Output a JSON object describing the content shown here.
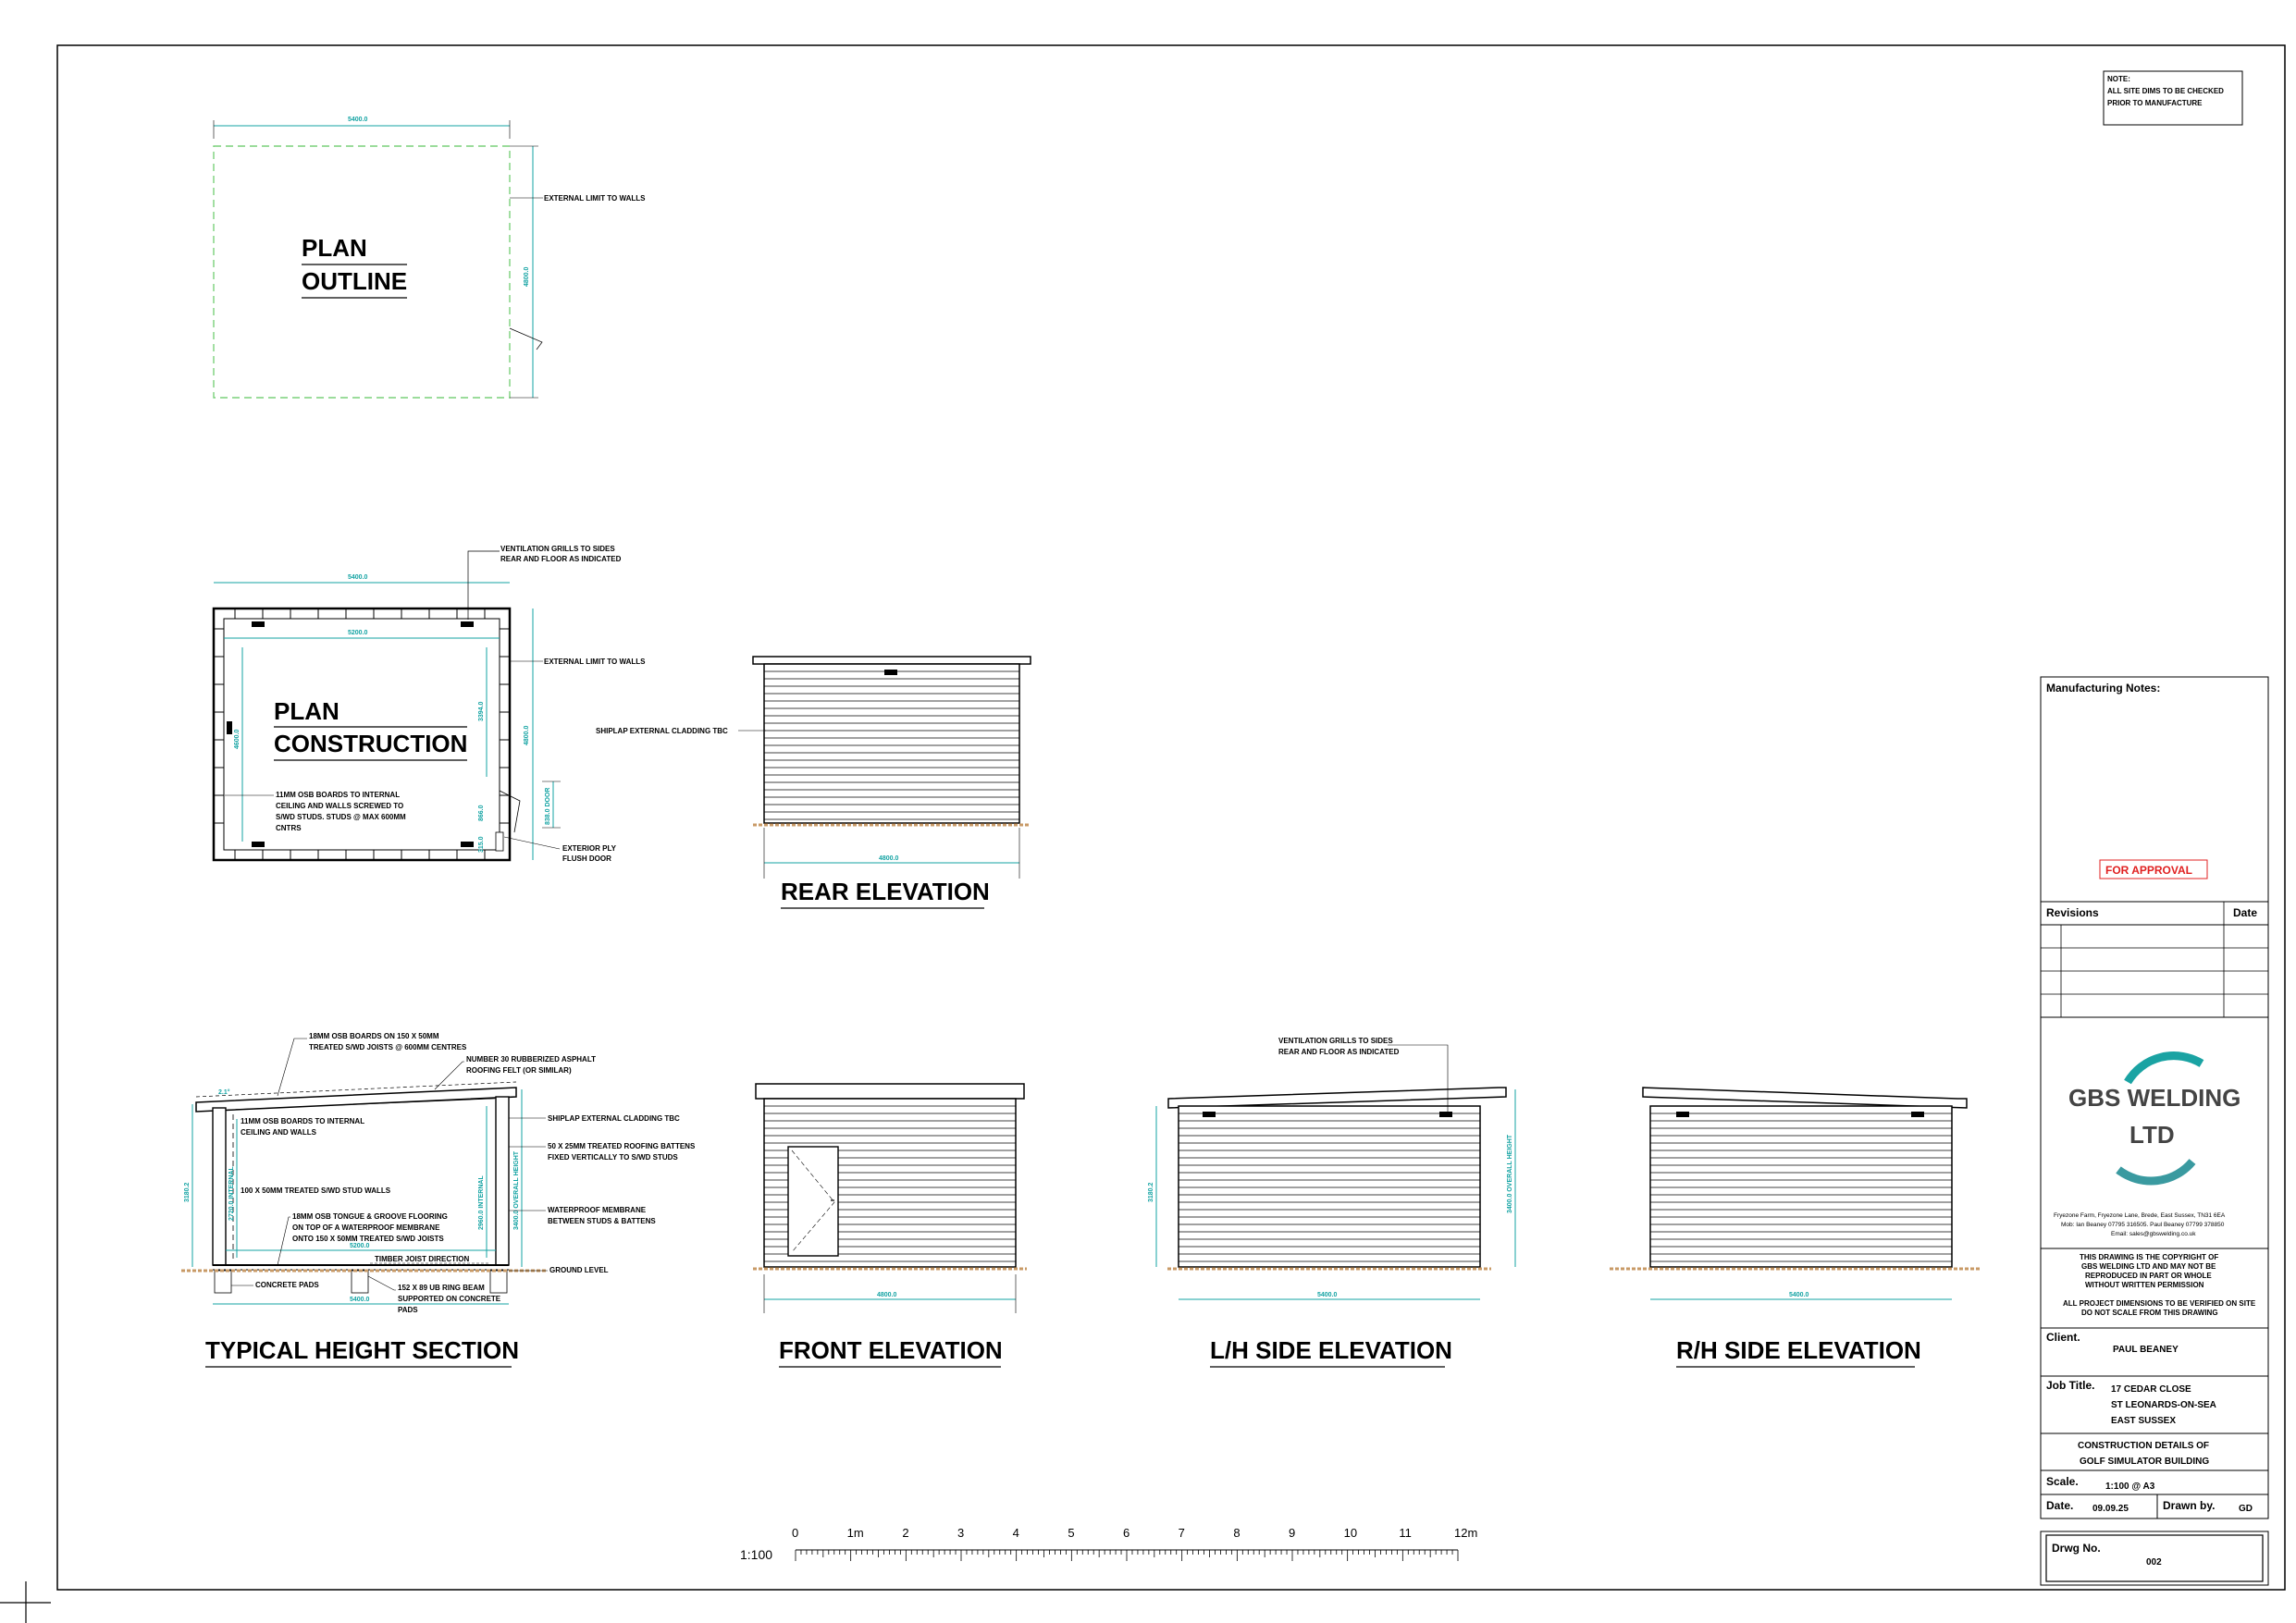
{
  "note": [
    "NOTE:",
    "ALL SITE DIMS TO BE CHECKED",
    "PRIOR TO MANUFACTURE"
  ],
  "plan_outline": {
    "title_line1": "PLAN",
    "title_line2": "OUTLINE",
    "dim_top": "5400.0",
    "dim_right": "4800.0",
    "annotation": "EXTERNAL LIMIT TO WALLS"
  },
  "plan_construction": {
    "title_line1": "PLAN",
    "title_line2": "CONSTRUCTION",
    "dim_top": "5400.0",
    "dim_inner_top": "5200.0",
    "dim_left_inner": "4600.0",
    "dim_right_upper": "3394.0",
    "dim_right_mid": "866.0",
    "dim_right_low": "315.0",
    "dim_right_outer": "4800.0",
    "dim_door": "838.0 DOOR",
    "vent_note": [
      "VENTILATION GRILLS TO SIDES",
      "REAR AND FLOOR AS INDICATED"
    ],
    "ext_limit": "EXTERNAL LIMIT TO WALLS",
    "osb_note": [
      "11MM OSB BOARDS TO INTERNAL",
      "CEILING AND WALLS SCREWED TO",
      "S/WD STUDS. STUDS @ MAX 600MM",
      "CNTRS"
    ],
    "door_note": [
      "EXTERIOR PLY",
      "FLUSH DOOR"
    ]
  },
  "rear_elevation": {
    "title": "REAR ELEVATION",
    "dim": "4800.0",
    "cladding_note": "SHIPLAP EXTERNAL CLADDING TBC"
  },
  "section": {
    "title": "TYPICAL HEIGHT SECTION",
    "joist_note": [
      "18MM OSB BOARDS ON 150 X 50MM",
      "TREATED S/WD JOISTS @ 600MM CENTRES"
    ],
    "felt_note": [
      "NUMBER 30 RUBBERIZED ASPHALT",
      "ROOFING FELT (OR SIMILAR)"
    ],
    "internal_note": [
      "11MM OSB BOARDS TO INTERNAL",
      "CEILING AND WALLS"
    ],
    "cladding_note": "SHIPLAP EXTERNAL CLADDING TBC",
    "batten_note": [
      "50 X 25MM TREATED ROOFING BATTENS",
      "FIXED VERTICALLY TO S/WD STUDS"
    ],
    "stud_note": "100 X 50MM TREATED S/WD STUD WALLS",
    "membrane_note": [
      "WATERPROOF MEMBRANE",
      "BETWEEN STUDS & BATTENS"
    ],
    "floor_note": [
      "18MM OSB TONGUE & GROOVE FLOORING",
      "ON TOP OF A WATERPROOF MEMBRANE",
      "ONTO 150 X 50MM TREATED S/WD JOISTS"
    ],
    "ground_note": "GROUND LEVEL",
    "pads_note": "CONCRETE PADS",
    "beam_note": [
      "152 X 89 UB RING BEAM",
      "SUPPORTED ON CONCRETE",
      "PADS"
    ],
    "timber_note": "TIMBER JOIST DIRECTION",
    "dim_pitch": "2.1°",
    "dim_height": "3180.2",
    "dim_internal": "2720.0 INTERNAL",
    "dim_internal2": "2960.0 INTERNAL",
    "dim_overall": "3400.0 OVERALL HEIGHT",
    "dim_base": "5400.0",
    "dim_inner": "5200.0"
  },
  "front_elevation": {
    "title": "FRONT ELEVATION",
    "dim": "4800.0"
  },
  "lh_elevation": {
    "title": "L/H SIDE ELEVATION",
    "dim": "5400.0",
    "vent_note": [
      "VENTILATION GRILLS TO SIDES",
      "REAR AND FLOOR AS INDICATED"
    ],
    "dim_height": "3180.2",
    "dim_overall": "3400.0 OVERALL HEIGHT"
  },
  "rh_elevation": {
    "title": "R/H SIDE ELEVATION",
    "dim": "5400.0"
  },
  "scale_bar": {
    "ratio": "1:100",
    "labels": [
      "0",
      "1m",
      "2",
      "3",
      "4",
      "5",
      "6",
      "7",
      "8",
      "9",
      "10",
      "11",
      "12m"
    ]
  },
  "title_block": {
    "manufacturing_notes": "Manufacturing Notes:",
    "approval": "FOR APPROVAL",
    "revisions": "Revisions",
    "date_col": "Date",
    "company_line1": "GBS WELDING",
    "company_line2": "LTD",
    "address": [
      "Fryezone Farm, Fryezone Lane, Brede, East Sussex, TN31 6EA",
      "Mob: Ian Beaney 07795 316505. Paul Beaney 07799 378850",
      "Email: sales@gbswelding.co.uk"
    ],
    "copyright": [
      "THIS DRAWING IS THE COPYRIGHT OF",
      "GBS WELDING LTD AND MAY NOT BE",
      "REPRODUCED IN PART OR WHOLE",
      "WITHOUT WRITTEN PERMISSION",
      "",
      "ALL PROJECT DIMENSIONS TO BE VERIFIED ON SITE",
      "DO NOT SCALE FROM THIS DRAWING"
    ],
    "client_label": "Client.",
    "client": "PAUL BEANEY",
    "job_label": "Job Title.",
    "job": [
      "17 CEDAR CLOSE",
      "ST LEONARDS-ON-SEA",
      "EAST SUSSEX"
    ],
    "description": [
      "CONSTRUCTION DETAILS OF",
      "GOLF SIMULATOR BUILDING"
    ],
    "scale_label": "Scale.",
    "scale": "1:100 @ A3",
    "date_label": "Date.",
    "date": "09.09.25",
    "drawn_label": "Drawn by.",
    "drawn": "GD",
    "drwg_label": "Drwg No.",
    "drwg": "002"
  },
  "colors": {
    "dim": "#13a3a3",
    "outline_dashed": "#7ad17a",
    "approval": "#e02020",
    "logo": "#1aa3a3",
    "ground": "#c89a66"
  }
}
